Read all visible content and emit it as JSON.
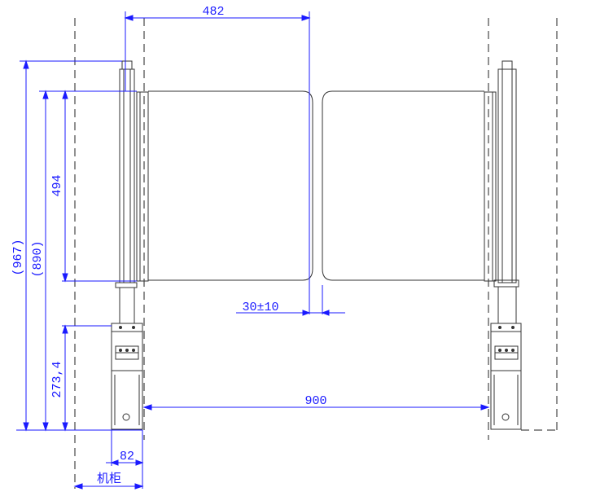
{
  "colors": {
    "dimension": "#1a1aff",
    "outline": "#333333",
    "centerline": "#222222"
  },
  "dimensions": {
    "gate_width": "482",
    "gap": "30±10",
    "total_height": "(967)",
    "flap_top_height": "(890)",
    "flap_height": "494",
    "base_height": "273,4",
    "passage_width": "900",
    "post_width": "82",
    "cabinet_label": "机柜"
  }
}
